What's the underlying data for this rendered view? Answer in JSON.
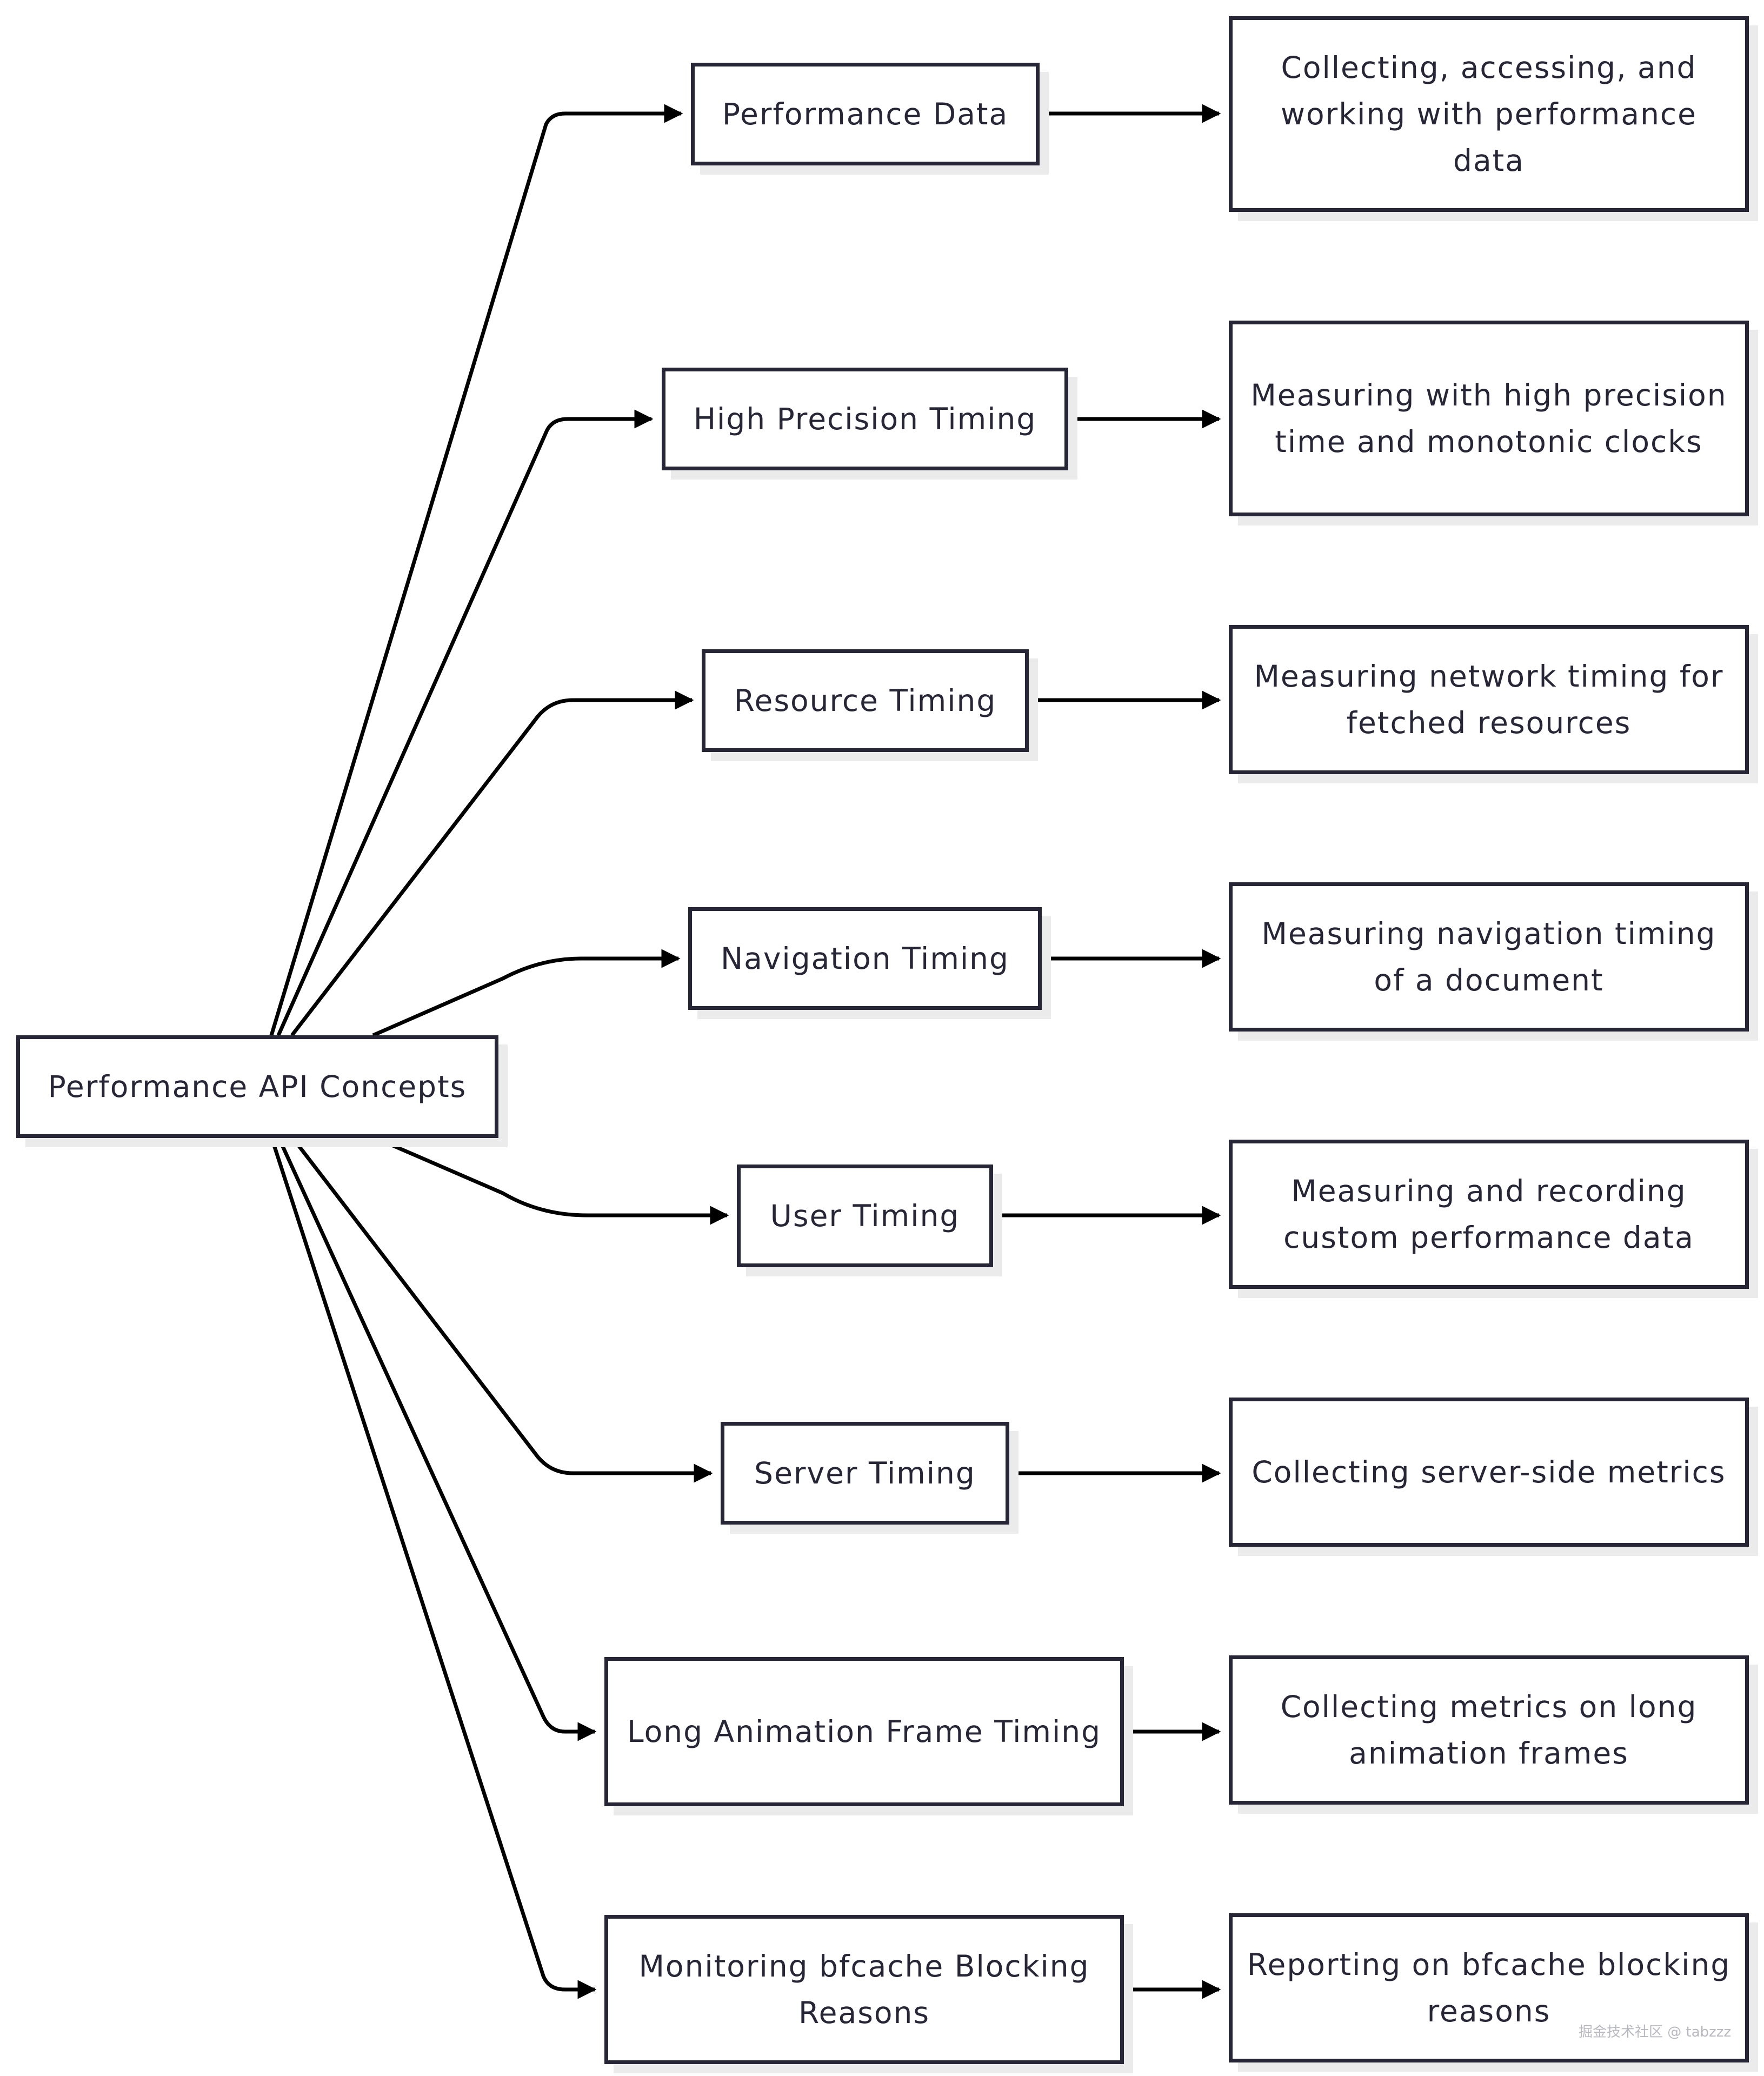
{
  "diagram": {
    "root": {
      "label": "Performance API Concepts"
    },
    "concepts": [
      {
        "id": "performance-data",
        "label": "Performance Data",
        "description": "Collecting, accessing, and working with performance data"
      },
      {
        "id": "high-precision-timing",
        "label": "High Precision Timing",
        "description": "Measuring with high precision time and monotonic clocks"
      },
      {
        "id": "resource-timing",
        "label": "Resource Timing",
        "description": "Measuring network timing for fetched resources"
      },
      {
        "id": "navigation-timing",
        "label": "Navigation Timing",
        "description": "Measuring navigation timing of a document"
      },
      {
        "id": "user-timing",
        "label": "User Timing",
        "description": "Measuring and recording custom performance data"
      },
      {
        "id": "server-timing",
        "label": "Server Timing",
        "description": "Collecting server-side metrics"
      },
      {
        "id": "long-animation-frame-timing",
        "label": "Long Animation Frame Timing",
        "description": "Collecting metrics on long animation frames"
      },
      {
        "id": "monitoring-bfcache-blocking-reasons",
        "label": "Monitoring bfcache Blocking Reasons",
        "description": "Reporting on bfcache blocking reasons"
      }
    ]
  },
  "watermark": "掘金技术社区 @ tabzzz",
  "colors": {
    "border": "#272636",
    "edge": "#000000",
    "shadow": "#ebebeb",
    "background": "#ffffff"
  }
}
